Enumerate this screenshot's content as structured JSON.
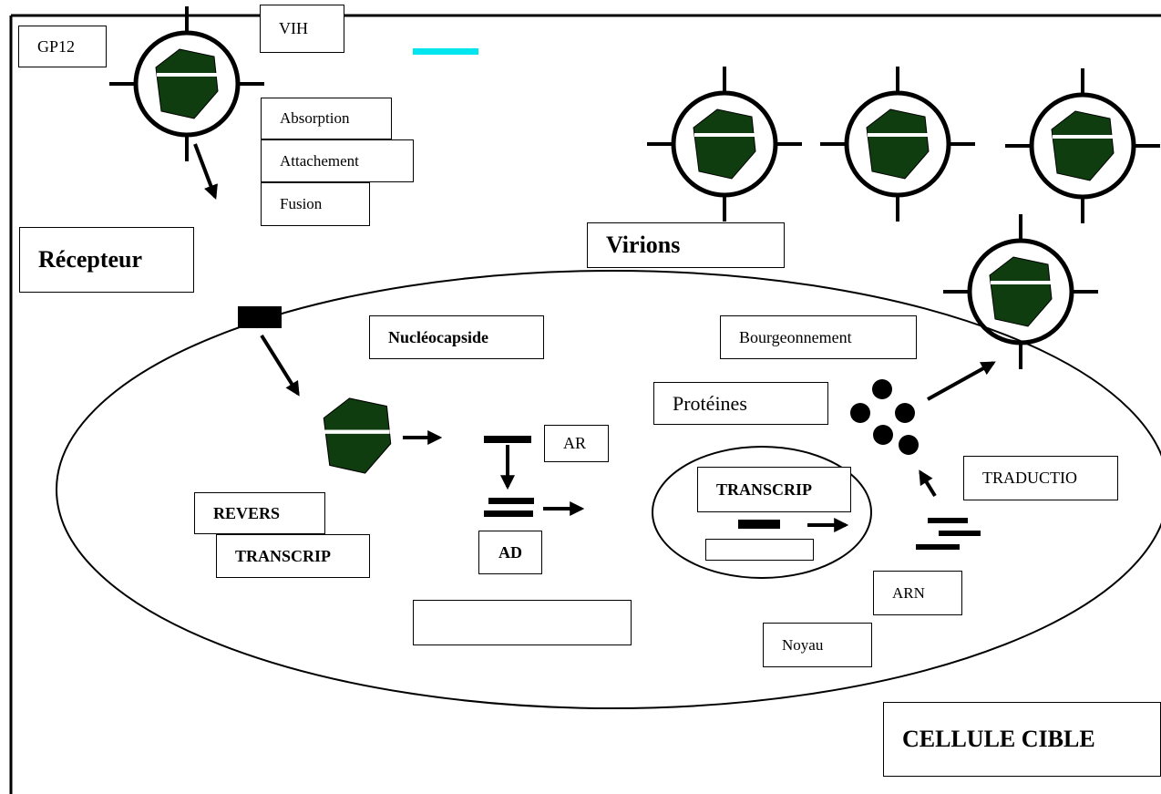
{
  "diagram": {
    "colors": {
      "capsid": "#0f3d0f",
      "stroke": "#000000",
      "accent_bar": "#00e5ee",
      "background": "#ffffff"
    },
    "labels": {
      "gp12": "GP12",
      "vih": "VIH",
      "absorption": "Absorption",
      "attachement": "Attachement",
      "fusion": "Fusion",
      "recepteur": "Récepteur",
      "virions": "Virions",
      "nucleocapside": "Nucléocapside",
      "bourgeonnement": "Bourgeonnement",
      "proteines": "Protéines",
      "ar": "AR",
      "traductio": "TRADUCTIO",
      "transcrip_nucleus": "TRANSCRIP",
      "revers": "REVERS",
      "transcrip_reverse": "TRANSCRIP",
      "ad": "AD",
      "arn": "ARN",
      "noyau": "Noyau",
      "cellule_cible": "CELLULE CIBLE",
      "empty_nucleus_box": "",
      "empty_cell_box": ""
    }
  }
}
